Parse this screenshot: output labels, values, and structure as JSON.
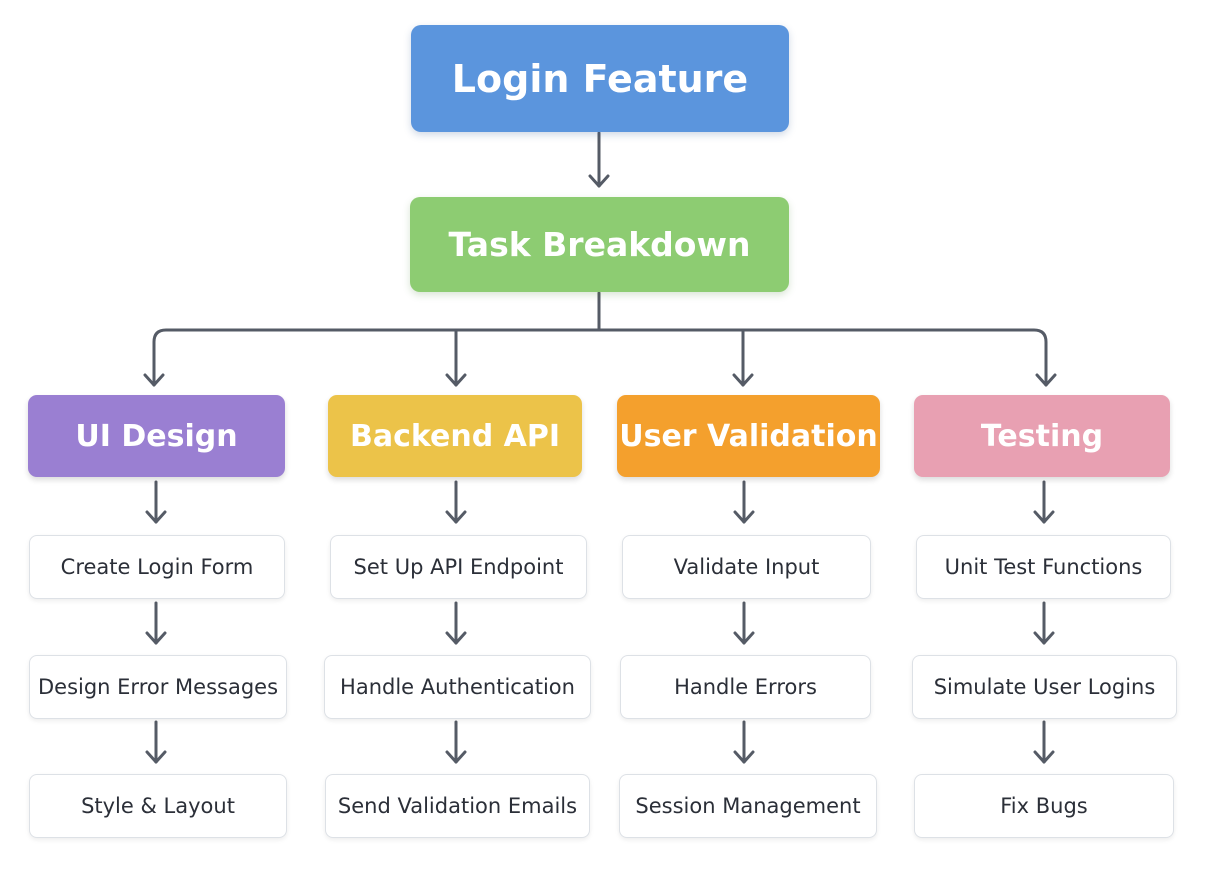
{
  "root": {
    "label": "Login Feature"
  },
  "breakdown": {
    "label": "Task Breakdown"
  },
  "columns": [
    {
      "label": "UI Design",
      "color": "#9a7fd2",
      "tasks": [
        "Create Login Form",
        "Design Error Messages",
        "Style & Layout"
      ]
    },
    {
      "label": "Backend API",
      "color": "#ecc349",
      "tasks": [
        "Set Up API Endpoint",
        "Handle Authentication",
        "Send Validation Emails"
      ]
    },
    {
      "label": "User Validation",
      "color": "#f4a02d",
      "tasks": [
        "Validate Input",
        "Handle Errors",
        "Session Management"
      ]
    },
    {
      "label": "Testing",
      "color": "#e8a0b2",
      "tasks": [
        "Unit Test Functions",
        "Simulate User Logins",
        "Fix Bugs"
      ]
    }
  ],
  "colors": {
    "root": "#5b95dd",
    "breakdown": "#8dcc72",
    "connector": "#555b66"
  }
}
